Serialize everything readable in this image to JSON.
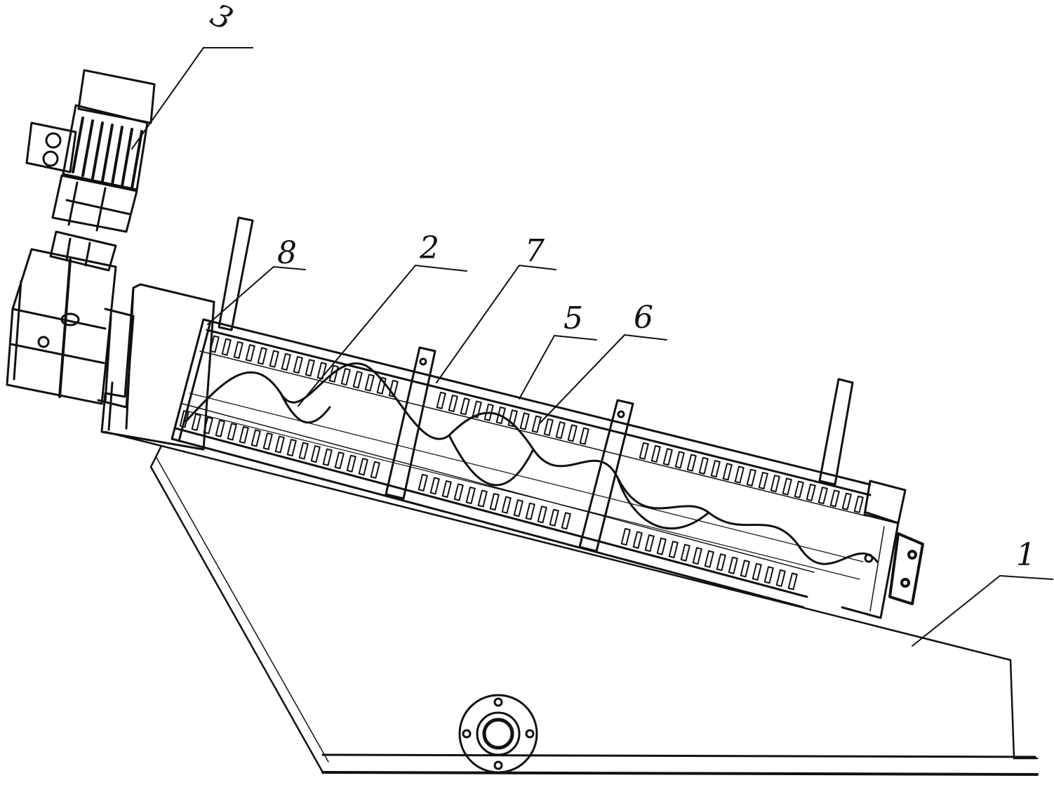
{
  "callouts": [
    {
      "id": "1",
      "label": "1"
    },
    {
      "id": "2",
      "label": "2"
    },
    {
      "id": "3",
      "label": "3"
    },
    {
      "id": "5",
      "label": "5"
    },
    {
      "id": "6",
      "label": "6"
    },
    {
      "id": "7",
      "label": "7"
    },
    {
      "id": "8",
      "label": "8"
    }
  ]
}
